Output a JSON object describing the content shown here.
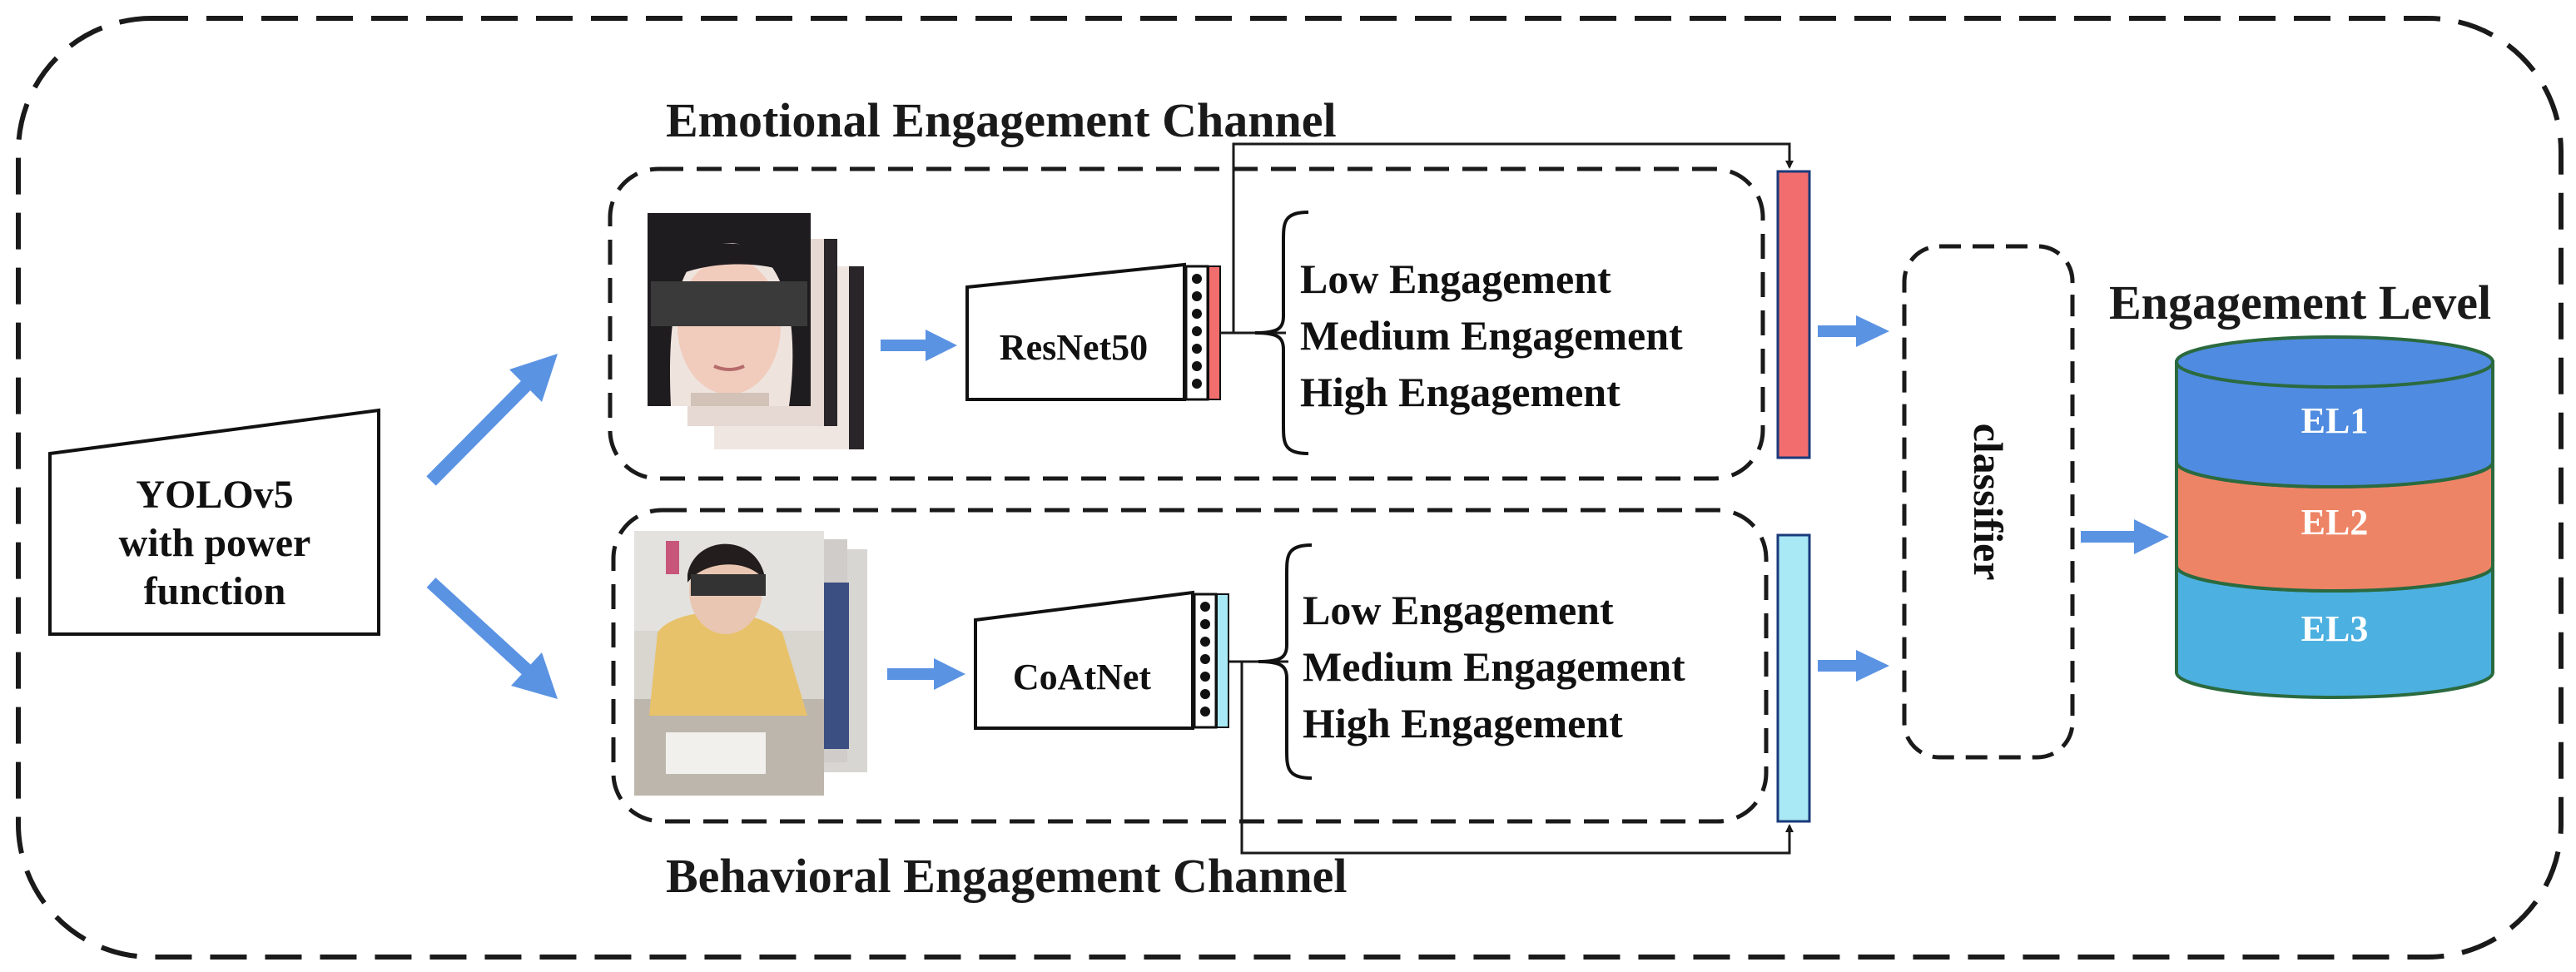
{
  "yolo": {
    "line1": "YOLOv5",
    "line2": "with power",
    "line3": "function"
  },
  "emotional": {
    "title": "Emotional Engagement Channel",
    "network": "ResNet50",
    "classes": [
      "Low Engagement",
      "Medium Engagement",
      "High Engagement"
    ],
    "feature_color": "#f26d6d"
  },
  "behavioral": {
    "title": "Behavioral Engagement Channel",
    "network": "CoAtNet",
    "classes": [
      "Low Engagement",
      "Medium Engagement",
      "High Engagement"
    ],
    "feature_color": "#a9e8f5"
  },
  "classifier": {
    "label": "classifier"
  },
  "engagement": {
    "title": "Engagement Level",
    "levels": [
      {
        "label": "EL1",
        "color": "#4f8be0"
      },
      {
        "label": "EL2",
        "color": "#ee8466"
      },
      {
        "label": "EL3",
        "color": "#4cb0e0"
      }
    ]
  },
  "colors": {
    "arrow": "#5b93e3",
    "outline": "#1a1a1a"
  },
  "icons": {
    "emotional_images": "student-face-photo-stack-icon",
    "behavioral_images": "student-body-photo-stack-icon",
    "feature_vectors": "feature-node-column-icon"
  }
}
